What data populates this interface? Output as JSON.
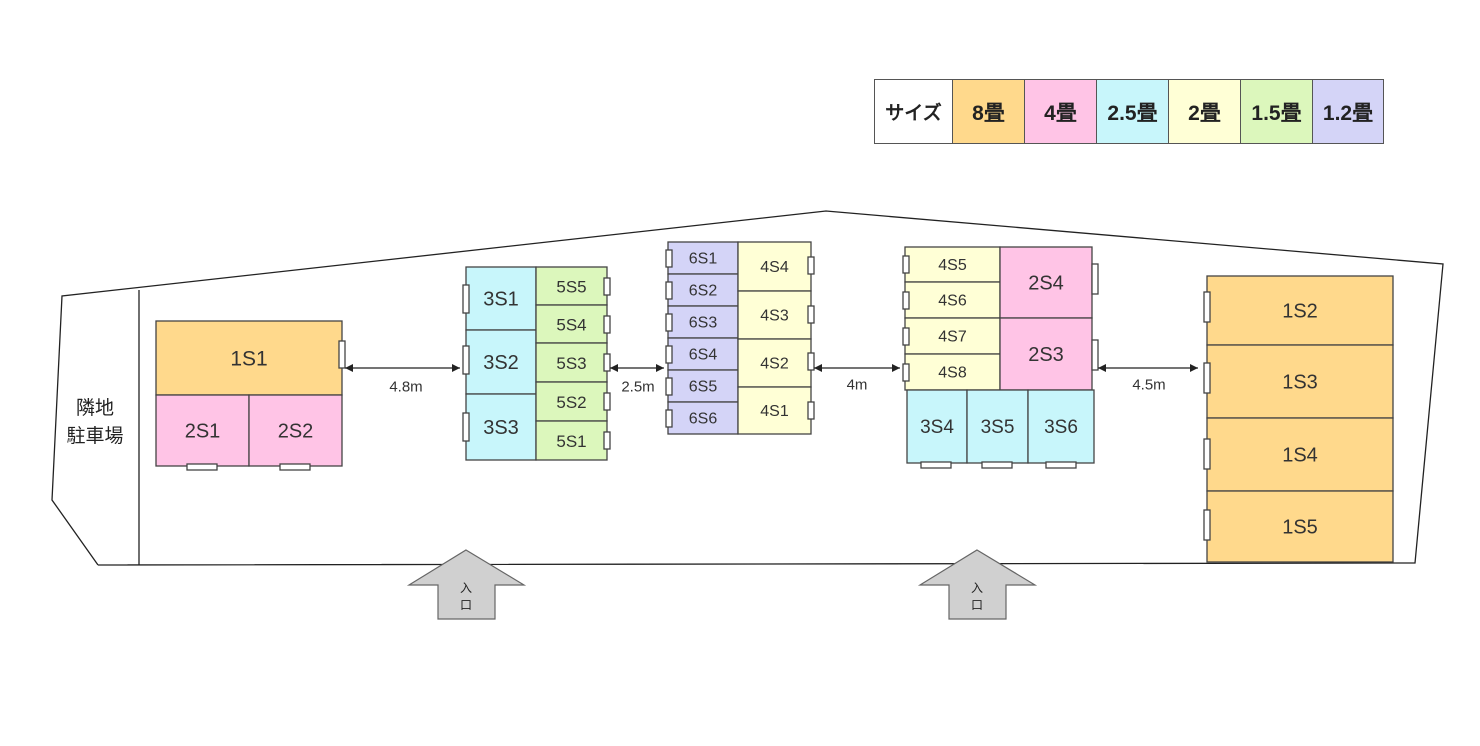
{
  "colors": {
    "8畳": "#ffd98c",
    "4畳": "#ffc4e6",
    "2.5畳": "#c8f6fb",
    "2畳": "#ffffd6",
    "1.5畳": "#dcf7bc",
    "1.2畳": "#d4d4f7"
  },
  "legend": {
    "items": [
      {
        "label": "サイズ",
        "size": "",
        "name": "legend-size-heading"
      },
      {
        "label": "8畳",
        "size": "8畳",
        "name": "legend-8jo"
      },
      {
        "label": "4畳",
        "size": "4畳",
        "name": "legend-4jo"
      },
      {
        "label": "2.5畳",
        "size": "2.5畳",
        "name": "legend-2-5jo"
      },
      {
        "label": "2畳",
        "size": "2畳",
        "name": "legend-2jo"
      },
      {
        "label": "1.5畳",
        "size": "1.5畳",
        "name": "legend-1-5jo"
      },
      {
        "label": "1.2畳",
        "size": "1.2畳",
        "name": "legend-1-2jo"
      }
    ]
  },
  "neighbor": {
    "line1": "隣地",
    "line2": "駐車場"
  },
  "entrance": {
    "label_line1": "入",
    "label_line2": "口"
  },
  "dimensions": [
    "4.8m",
    "2.5m",
    "4m",
    "4.5m"
  ],
  "units": [
    {
      "id": "1S1",
      "size": "8畳"
    },
    {
      "id": "2S1",
      "size": "4畳"
    },
    {
      "id": "2S2",
      "size": "4畳"
    },
    {
      "id": "3S1",
      "size": "2.5畳"
    },
    {
      "id": "3S2",
      "size": "2.5畳"
    },
    {
      "id": "3S3",
      "size": "2.5畳"
    },
    {
      "id": "5S5",
      "size": "1.5畳"
    },
    {
      "id": "5S4",
      "size": "1.5畳"
    },
    {
      "id": "5S3",
      "size": "1.5畳"
    },
    {
      "id": "5S2",
      "size": "1.5畳"
    },
    {
      "id": "5S1",
      "size": "1.5畳"
    },
    {
      "id": "6S1",
      "size": "1.2畳"
    },
    {
      "id": "6S2",
      "size": "1.2畳"
    },
    {
      "id": "6S3",
      "size": "1.2畳"
    },
    {
      "id": "6S4",
      "size": "1.2畳"
    },
    {
      "id": "6S5",
      "size": "1.2畳"
    },
    {
      "id": "6S6",
      "size": "1.2畳"
    },
    {
      "id": "4S4",
      "size": "2畳"
    },
    {
      "id": "4S3",
      "size": "2畳"
    },
    {
      "id": "4S2",
      "size": "2畳"
    },
    {
      "id": "4S1",
      "size": "2畳"
    },
    {
      "id": "4S5",
      "size": "2畳"
    },
    {
      "id": "4S6",
      "size": "2畳"
    },
    {
      "id": "4S7",
      "size": "2畳"
    },
    {
      "id": "4S8",
      "size": "2畳"
    },
    {
      "id": "2S4",
      "size": "4畳"
    },
    {
      "id": "2S3",
      "size": "4畳"
    },
    {
      "id": "3S4",
      "size": "2.5畳"
    },
    {
      "id": "3S5",
      "size": "2.5畳"
    },
    {
      "id": "3S6",
      "size": "2.5畳"
    },
    {
      "id": "1S2",
      "size": "8畳"
    },
    {
      "id": "1S3",
      "size": "8畳"
    },
    {
      "id": "1S4",
      "size": "8畳"
    },
    {
      "id": "1S5",
      "size": "8畳"
    }
  ]
}
